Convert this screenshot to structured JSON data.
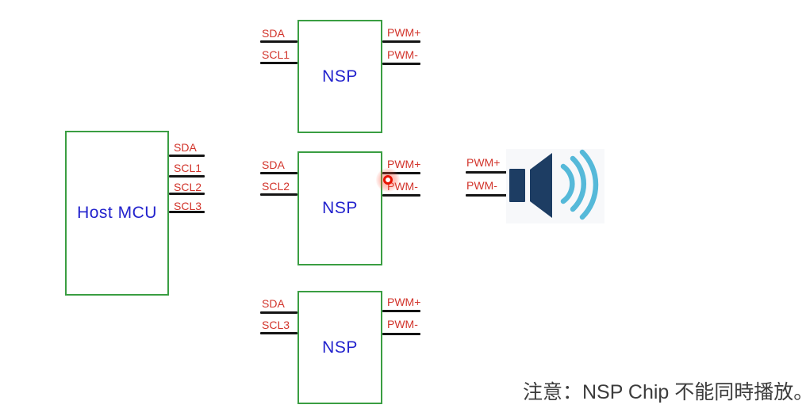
{
  "colors": {
    "label-red": "#d2342b",
    "chip-text-blue": "#2323cd",
    "box-green": "#3a9e42",
    "wire-black": "#141414",
    "note-gray": "#3c3c3c",
    "speaker-navy": "#1d3d63",
    "wave-cyan": "#55b9d9",
    "pointer-red": "#e81200"
  },
  "host_mcu": {
    "label": "Host MCU",
    "pins": [
      "SDA",
      "SCL1",
      "SCL2",
      "SCL3"
    ]
  },
  "nsp_chips": [
    {
      "label": "NSP",
      "left_pins": [
        "SDA",
        "SCL1"
      ],
      "right_pins": [
        "PWM+",
        "PWM-"
      ]
    },
    {
      "label": "NSP",
      "left_pins": [
        "SDA",
        "SCL2"
      ],
      "right_pins": [
        "PWM+",
        "PWM-"
      ]
    },
    {
      "label": "NSP",
      "left_pins": [
        "SDA",
        "SCL3"
      ],
      "right_pins": [
        "PWM+",
        "PWM-"
      ]
    }
  ],
  "speaker": {
    "pins": [
      "PWM+",
      "PWM-"
    ],
    "icon": "speaker-with-sound-waves"
  },
  "pointer": {
    "style": "red-dot-highlight"
  },
  "note": {
    "text": "注意：NSP Chip 不能同時播放。"
  }
}
